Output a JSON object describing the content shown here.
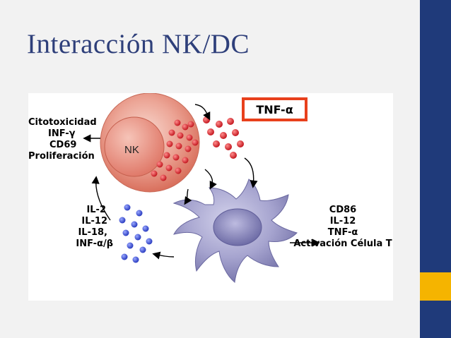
{
  "slide": {
    "title": "Interacción NK/DC"
  },
  "figure": {
    "tnf_box": "TNF-α",
    "nk_label": "NK",
    "nk_outputs": [
      "Citotoxicidad",
      "INF-γ",
      "CD69",
      "Proliferación"
    ],
    "dc_signals": [
      "IL-2",
      "IL-12",
      "IL-18,",
      "INF-α/β"
    ],
    "dc_outputs": [
      "CD86",
      "IL-12",
      "TNF-α",
      "Activación Célula T"
    ]
  },
  "colors": {
    "title": "#2e3f7a",
    "sidebar": "#1f3a7a",
    "accent": "#f5b400",
    "nk_cell": "#e07a6a",
    "tnf_granules": "#e0282e",
    "cytokine_dots": "#3a4fd0",
    "dendritic_cell": "#9a98c4",
    "tnf_box_border": "#e8401c"
  }
}
